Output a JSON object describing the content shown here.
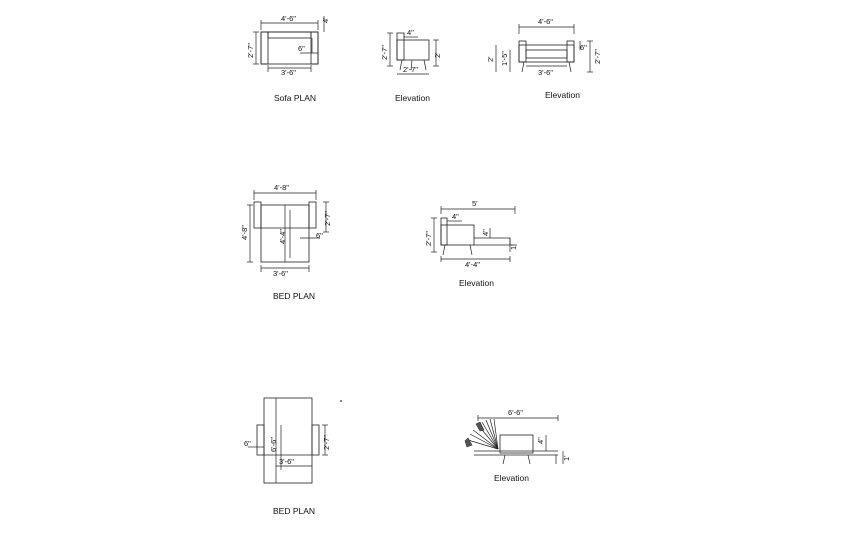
{
  "sheet": {
    "view_1": {
      "caption": "Sofa PLAN",
      "dims": {
        "top_width": "4'-6\"",
        "arm": "4'",
        "depth": "2'-7\"",
        "seat_depth": "6\"",
        "bottom_width": "3'-6\""
      }
    },
    "view_2": {
      "caption": "Elevation",
      "dims": {
        "back": "4\"",
        "height": "2'-7\"",
        "seat": "2'",
        "depth": "2'-7\""
      }
    },
    "view_3": {
      "caption": "Elevation",
      "dims": {
        "top_width": "4'-6\"",
        "left_height": "2'",
        "seat_height": "1'-5\"",
        "arm_height": "6\"",
        "total_height": "2'-7\"",
        "inner_width": "3'-6\""
      }
    },
    "view_4": {
      "caption": "BED PLAN",
      "dims": {
        "top_width": "4'-8\"",
        "length": "4'-8\"",
        "inner_length": "4'-4\"",
        "arm": "6\"",
        "depth": "2'-7\"",
        "bottom_width": "3'-6\""
      }
    },
    "view_5": {
      "caption": "Elevation",
      "dims": {
        "overall": "5'",
        "back": "4\"",
        "height": "2'-7\"",
        "seat": "4\"",
        "leg": "1'",
        "bottom": "4'-4\""
      }
    },
    "view_6": {
      "caption": "BED PLAN",
      "dims": {
        "arm": "6\"",
        "length": "6'-6\"",
        "width": "3'-6\"",
        "depth": "2'-7\""
      }
    },
    "view_7": {
      "caption": "Elevation",
      "dims": {
        "overall": "6'-6\"",
        "seat": "4\"",
        "leg": "1'"
      }
    }
  }
}
